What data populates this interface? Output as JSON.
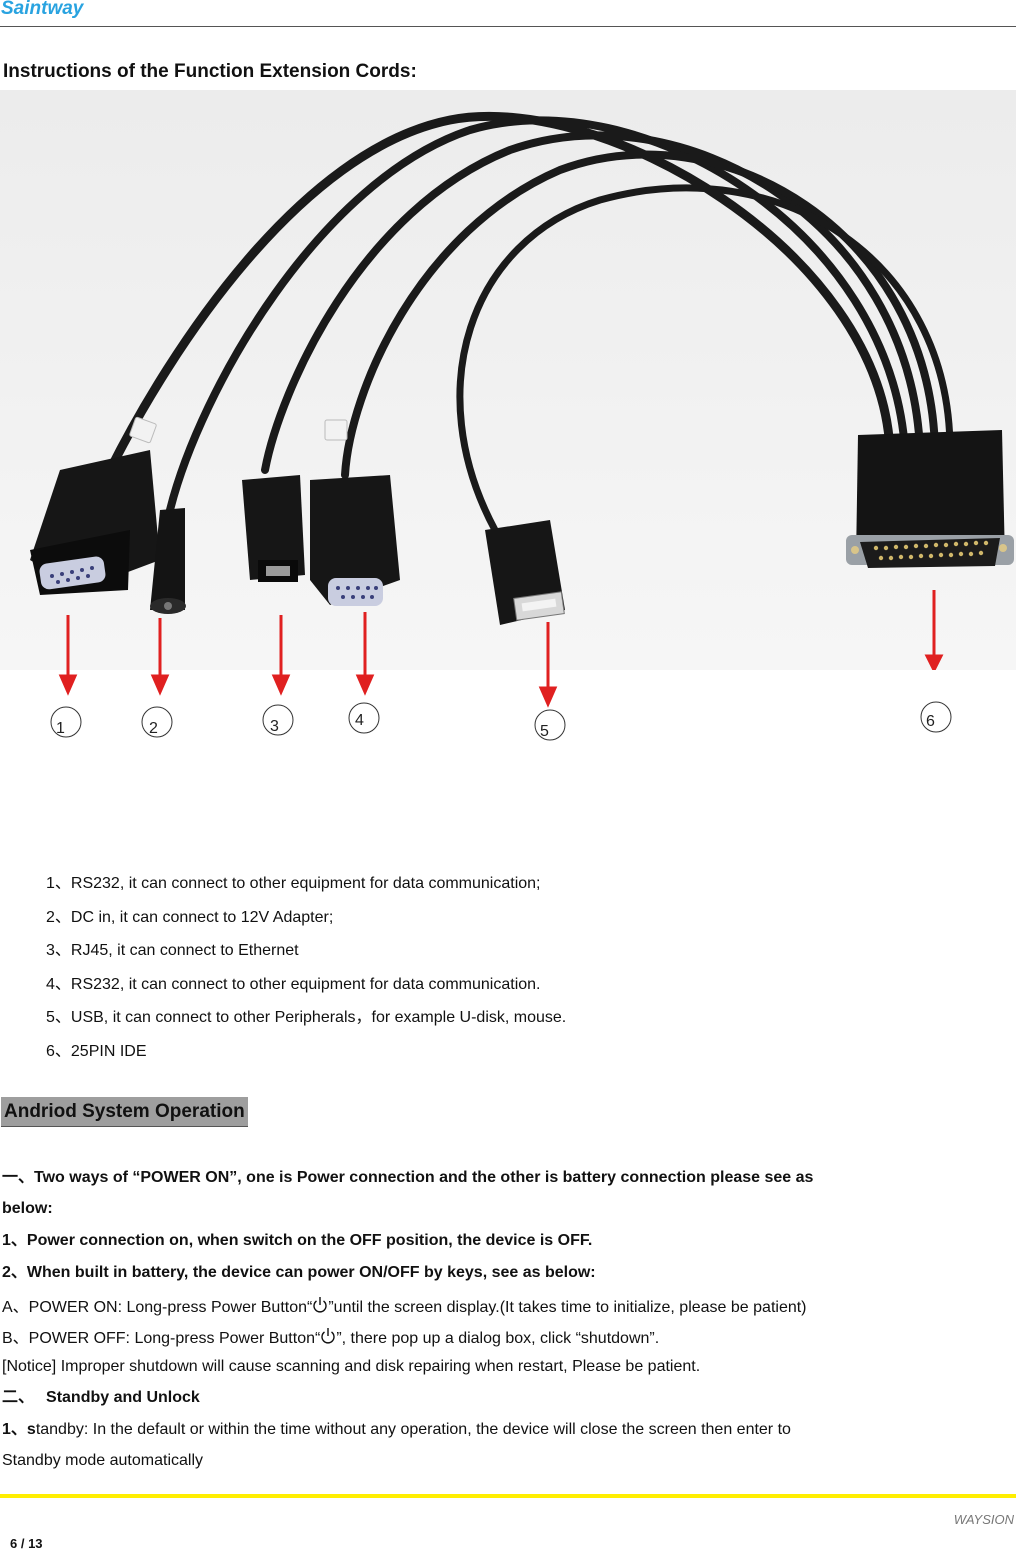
{
  "header": {
    "brand": "Saintway"
  },
  "page_title": "Instructions of the Function Extension Cords:",
  "figure": {
    "callouts": [
      "1",
      "2",
      "3",
      "4",
      "5",
      "6"
    ],
    "arrow_color": "#e02020",
    "cable_color": "#1a1a1a"
  },
  "features": [
    "1、RS232, it can connect to other equipment for data communication;",
    "2、DC in, it can connect to 12V Adapter;",
    "3、RJ45, it can connect to Ethernet",
    "4、RS232, it can connect to other equipment for data communication.",
    "5、USB, it can connect to other Peripherals，for example U-disk, mouse.",
    "6、25PIN IDE"
  ],
  "section_heading": "Andriod System Operation",
  "power_on": {
    "title_line1": "一、Two ways of “POWER ON”, one is Power connection and the other is battery connection please see as",
    "title_line2": "below:",
    "item1": "1、Power connection on, when switch on the OFF position, the device is OFF.",
    "item2": "2、When built in battery, the device can power ON/OFF by keys, see as below:",
    "a_prefix": "A、POWER ON: Long-press Power Button“",
    "a_suffix": "”until the screen display.(It takes time to initialize, please be patient)",
    "b_prefix": "B、POWER OFF: Long-press Power Button“",
    "b_suffix": "”, there pop up a dialog box, click “shutdown”.",
    "notice": "[Notice] Improper shutdown will cause scanning and disk repairing when restart, Please be patient."
  },
  "standby": {
    "title_prefix": "二、",
    "title": "Standby and Unlock",
    "item1_num": "1、s",
    "item1_text": "tandby: In the default or within the time without any operation, the device will close the screen then enter to",
    "item1_cont": "Standby mode automatically"
  },
  "footer": {
    "brand": "WAYSION",
    "page": "6 / 13"
  }
}
